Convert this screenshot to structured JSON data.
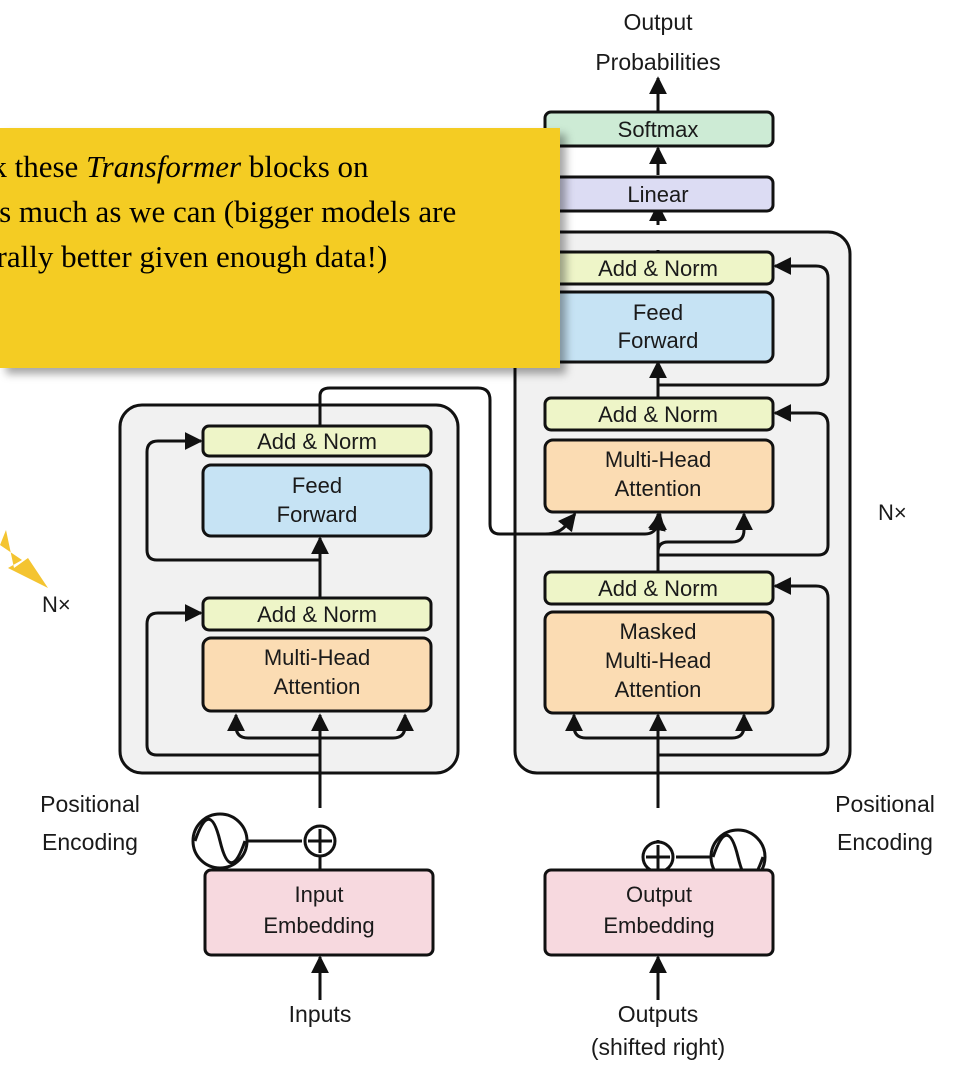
{
  "diagram": {
    "output_label": [
      "Output",
      "Probabilities"
    ],
    "softmax": "Softmax",
    "linear": "Linear",
    "add_norm": "Add & Norm",
    "feed_forward": [
      "Feed",
      "Forward"
    ],
    "multi_head_attention": [
      "Multi-Head",
      "Attention"
    ],
    "masked_multi_head_attention": [
      "Masked",
      "Multi-Head",
      "Attention"
    ],
    "n_repeat": "N×",
    "positional_encoding": [
      "Positional",
      "Encoding"
    ],
    "input_embedding": [
      "Input",
      "Embedding"
    ],
    "output_embedding": [
      "Output",
      "Embedding"
    ],
    "inputs": "Inputs",
    "outputs": [
      "Outputs",
      "(shifted right)"
    ]
  },
  "callout": {
    "line1_pre": "Stack these ",
    "line1_em": "Transformer",
    "line1_post": " blocks on",
    "line2": "top as much as we can (bigger models are",
    "line3": "generally better given enough data!)"
  },
  "colors": {
    "add_norm": "#eef5c8",
    "feed_forward": "#c6e3f4",
    "attention": "#fbdcb3",
    "embedding": "#f7d9df",
    "softmax": "#cdebd5",
    "linear": "#dcdcf3",
    "block_bg": "#f1f1f1",
    "callout_bg": "#f4cc23",
    "arrow_callout": "#f4c430"
  }
}
